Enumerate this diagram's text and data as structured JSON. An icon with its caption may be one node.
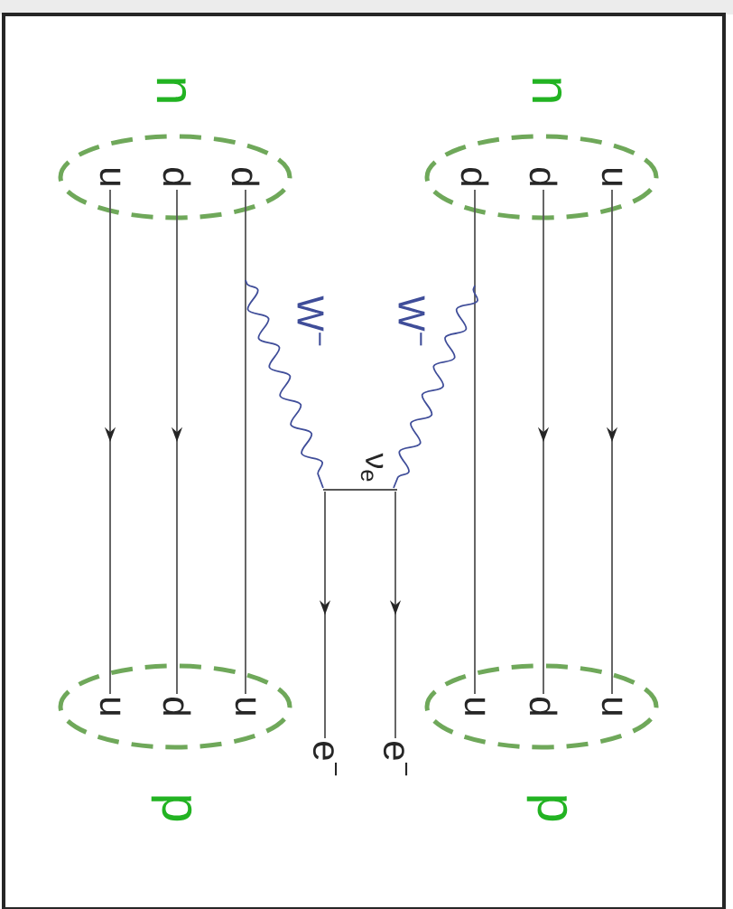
{
  "diagram": {
    "nodes": [
      {
        "text": [
          "n"
        ]
      },
      {
        "text": [
          "u"
        ],
        "in": 0
      },
      {
        "text": [
          "d"
        ],
        "in": 0
      },
      {
        "text": [
          "d"
        ],
        "in": 0
      },
      {
        "text": [
          "n"
        ]
      },
      {
        "text": [
          "d"
        ],
        "in": 4
      },
      {
        "text": [
          "d"
        ],
        "in": 4
      },
      {
        "text": [
          "u"
        ],
        "in": 4
      },
      {
        "text": [
          "p"
        ]
      },
      {
        "text": [
          "u"
        ],
        "in": 8
      },
      {
        "text": [
          "d"
        ],
        "in": 8
      },
      {
        "text": [
          "u"
        ],
        "in": 8
      },
      {
        "text": [
          "p"
        ]
      },
      {
        "text": [
          "u"
        ],
        "in": 12
      },
      {
        "text": [
          "d"
        ],
        "in": 12
      },
      {
        "text": [
          "u"
        ],
        "in": 12
      },
      {
        "text": [
          "e$^{−}$"
        ]
      },
      {
        "text": [
          "e$^{−}$"
        ]
      },
      {
        "text": [
          "ν$_{e}$"
        ]
      }
    ],
    "edges": [
      {
        "from": 1,
        "to": 9,
        "arrow": "to"
      },
      {
        "from": 2,
        "to": 10,
        "arrow": "to"
      },
      {
        "from": 3,
        "to": 11,
        "arrow": "none"
      },
      {
        "from": 5,
        "to": 13,
        "arrow": "none"
      },
      {
        "from": 6,
        "to": 14,
        "arrow": "to"
      },
      {
        "from": 7,
        "to": 15,
        "arrow": "to"
      },
      {
        "from": 3,
        "to": 18,
        "arrow": "none",
        "label": "W$^{−}$",
        "color": "#3f4d99"
      },
      {
        "from": 5,
        "to": 18,
        "arrow": "none",
        "label": "W$^{−}$",
        "color": "#3f4d99"
      },
      {
        "from": 18,
        "to": 16,
        "arrow": "to"
      },
      {
        "from": 18,
        "to": 17,
        "arrow": "to"
      }
    ]
  }
}
